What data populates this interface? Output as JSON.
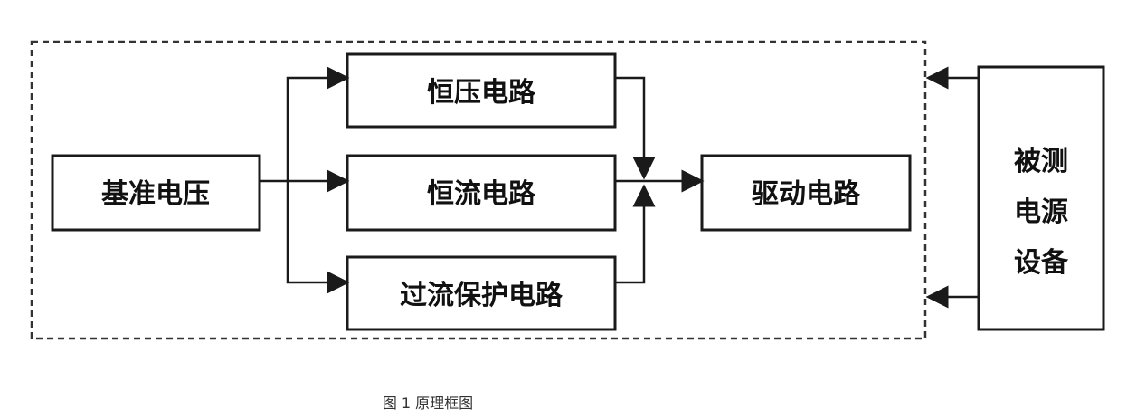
{
  "diagram": {
    "reference": "基准电压",
    "cv": "恒压电路",
    "cc": "恒流电路",
    "ocp": "过流保护电路",
    "driver": "驱动电路",
    "dut": [
      "被测",
      "电源",
      "设备"
    ]
  },
  "caption": "图 1  原理框图"
}
